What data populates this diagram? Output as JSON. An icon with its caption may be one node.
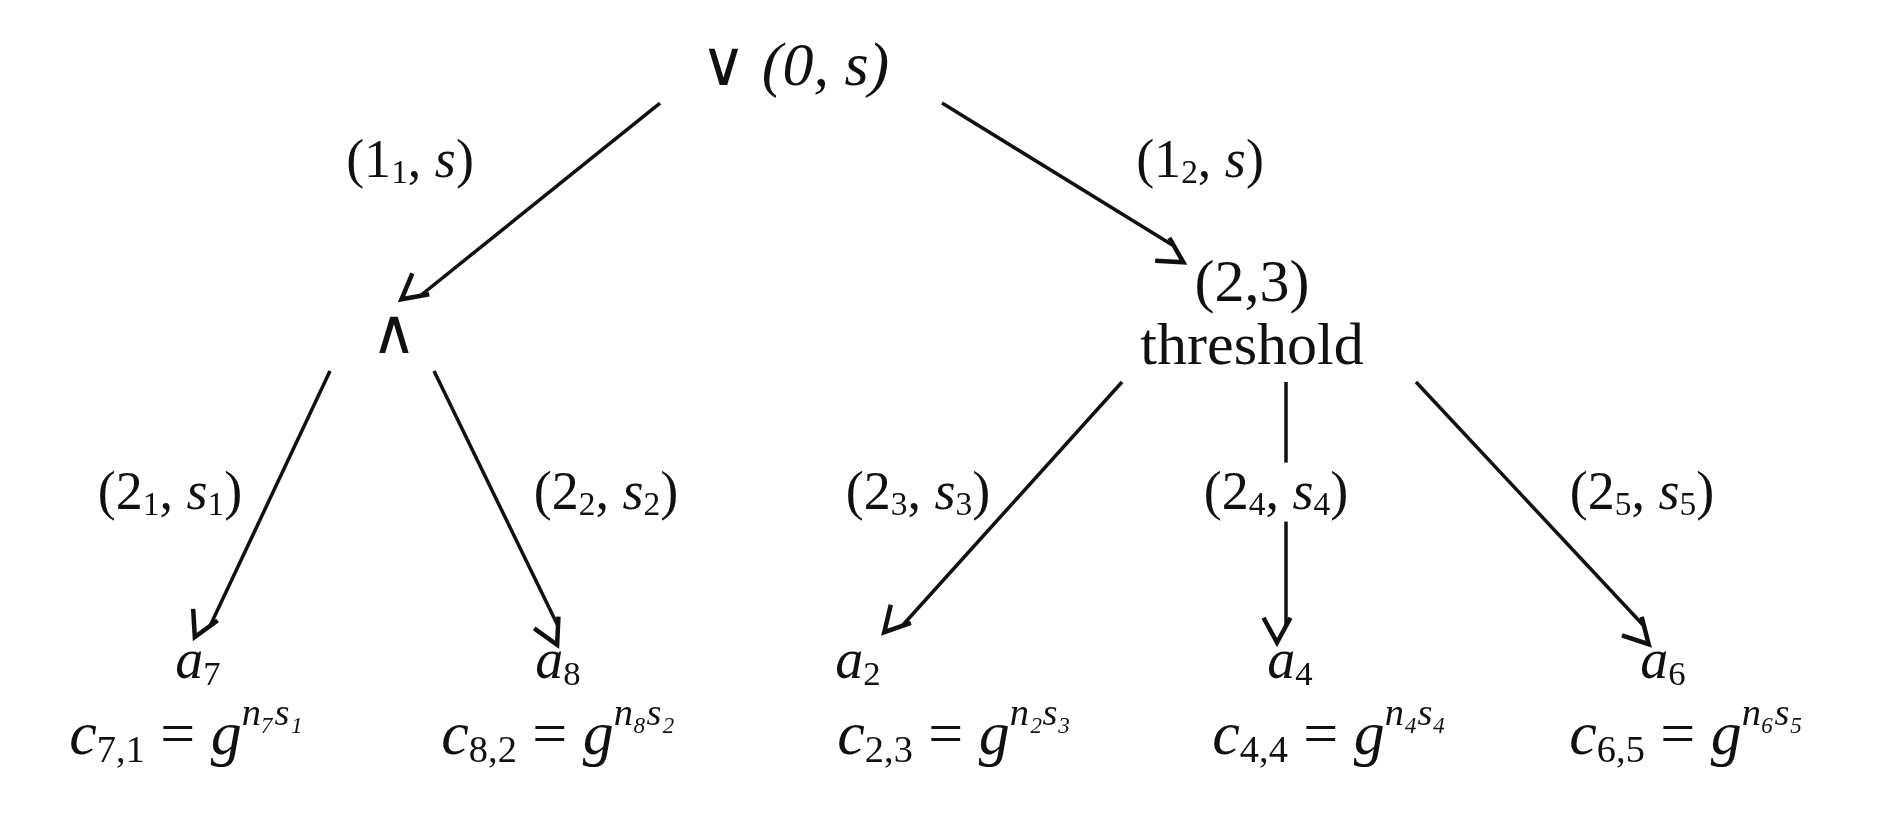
{
  "diagram": {
    "nodes": [
      {
        "text": [
          "∨ *(0, s)*"
        ]
      },
      {
        "text": [
          "∧"
        ]
      },
      {
        "text": [
          "(2,3)",
          "threshold"
        ]
      },
      {
        "text": [
          "*a*$_{7}$",
          "*c*$_{7,1}$ = *g*$^{n₇s₁}$"
        ]
      },
      {
        "text": [
          "*a*$_{8}$",
          "*c*$_{8,2}$ = *g*$^{n₈s₂}$"
        ]
      },
      {
        "text": [
          "*a*$_{2}$",
          "*c*$_{2,3}$ = *g*$^{n₂s₃}$"
        ]
      },
      {
        "text": [
          "*a*$_{4}$",
          "*c*$_{4,4}$ = *g*$^{n₄s₄}$"
        ]
      },
      {
        "text": [
          "*a*$_{6}$",
          "*c*$_{6,5}$ = *g*$^{n₆s₅}$"
        ]
      }
    ],
    "edges": [
      {
        "from": 0,
        "to": 1,
        "arrow": "to",
        "label": "(1$_{1}$, *s*)"
      },
      {
        "from": 0,
        "to": 2,
        "arrow": "to",
        "label": "(1$_{2}$, *s*)"
      },
      {
        "from": 1,
        "to": 3,
        "arrow": "to",
        "label": "(2$_{1}$, *s*$_{1}$)"
      },
      {
        "from": 1,
        "to": 4,
        "arrow": "to",
        "label": "(2$_{2}$, *s*$_{2}$)"
      },
      {
        "from": 2,
        "to": 5,
        "arrow": "to",
        "label": "(2$_{3}$, *s*$_{3}$)"
      },
      {
        "from": 2,
        "to": 6,
        "arrow": "to",
        "label": "(2$_{4}$, *s*$_{4}$)"
      },
      {
        "from": 2,
        "to": 7,
        "arrow": "to",
        "label": "(2$_{5}$, *s*$_{5}$)"
      }
    ]
  }
}
